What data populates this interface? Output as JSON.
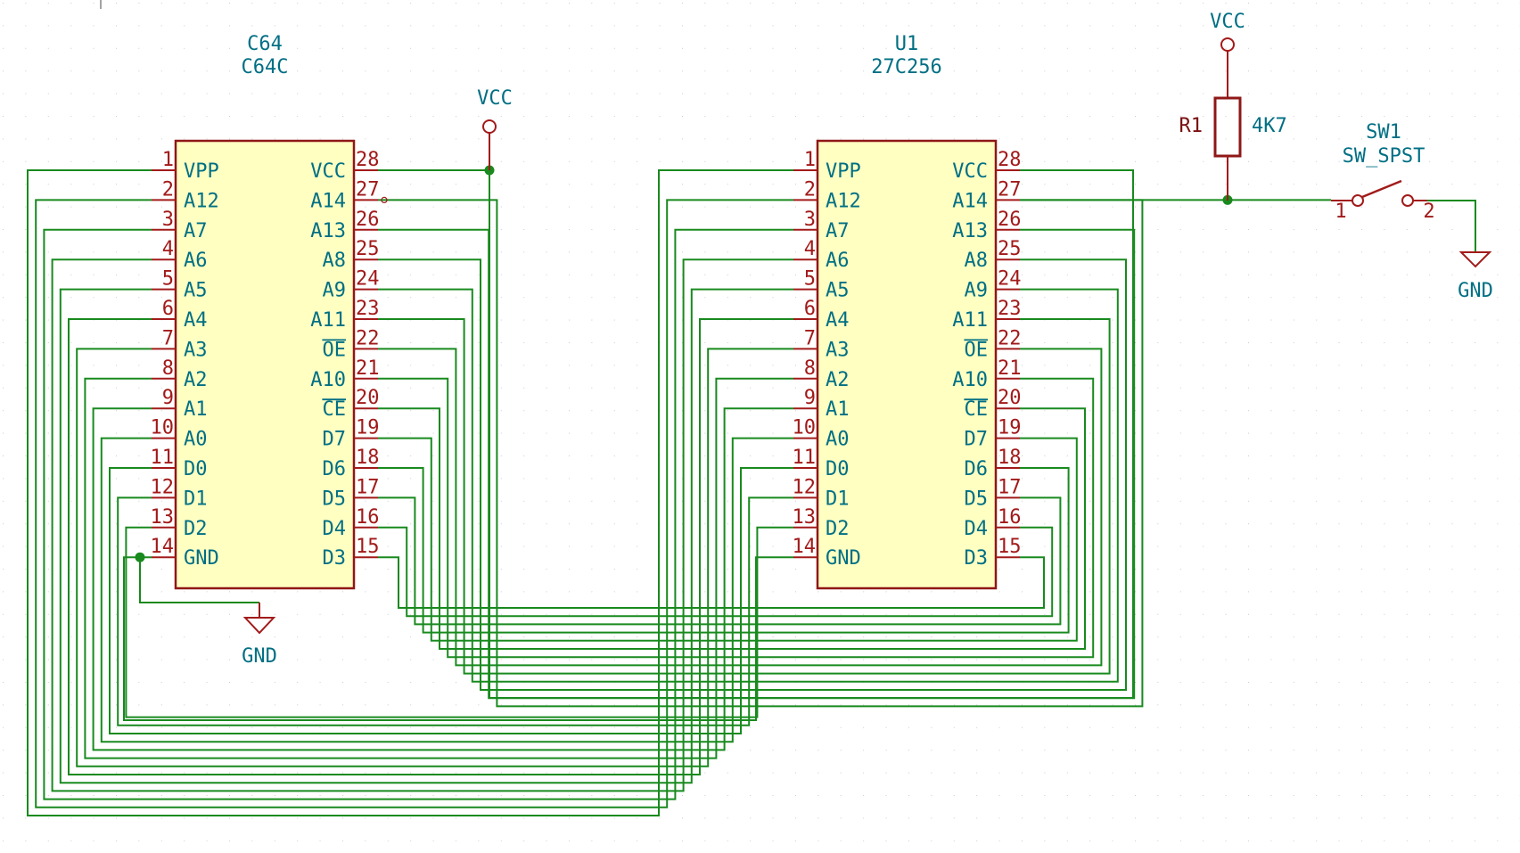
{
  "colors": {
    "wire": "#188a1e",
    "body_stroke": "#8f1717",
    "body_fill": "#ffffc2",
    "text_blue": "#006f84",
    "pin_number": "#a21a1a",
    "grid_dot": "#c7c7c7"
  },
  "chips": [
    {
      "reference": "C64",
      "value": "C64C",
      "pins_left": [
        {
          "num": "1",
          "name": "VPP"
        },
        {
          "num": "2",
          "name": "A12"
        },
        {
          "num": "3",
          "name": "A7"
        },
        {
          "num": "4",
          "name": "A6"
        },
        {
          "num": "5",
          "name": "A5"
        },
        {
          "num": "6",
          "name": "A4"
        },
        {
          "num": "7",
          "name": "A3"
        },
        {
          "num": "8",
          "name": "A2"
        },
        {
          "num": "9",
          "name": "A1"
        },
        {
          "num": "10",
          "name": "A0"
        },
        {
          "num": "11",
          "name": "D0"
        },
        {
          "num": "12",
          "name": "D1"
        },
        {
          "num": "13",
          "name": "D2"
        },
        {
          "num": "14",
          "name": "GND"
        }
      ],
      "pins_right": [
        {
          "num": "28",
          "name": "VCC",
          "overbar": false
        },
        {
          "num": "27",
          "name": "A14",
          "overbar": false
        },
        {
          "num": "26",
          "name": "A13",
          "overbar": false
        },
        {
          "num": "25",
          "name": "A8",
          "overbar": false
        },
        {
          "num": "24",
          "name": "A9",
          "overbar": false
        },
        {
          "num": "23",
          "name": "A11",
          "overbar": false
        },
        {
          "num": "22",
          "name": "OE",
          "overbar": true
        },
        {
          "num": "21",
          "name": "A10",
          "overbar": false
        },
        {
          "num": "20",
          "name": "CE",
          "overbar": true
        },
        {
          "num": "19",
          "name": "D7",
          "overbar": false
        },
        {
          "num": "18",
          "name": "D6",
          "overbar": false
        },
        {
          "num": "17",
          "name": "D5",
          "overbar": false
        },
        {
          "num": "16",
          "name": "D4",
          "overbar": false
        },
        {
          "num": "15",
          "name": "D3",
          "overbar": false
        }
      ]
    },
    {
      "reference": "U1",
      "value": "27C256",
      "pins_left": [
        {
          "num": "1",
          "name": "VPP"
        },
        {
          "num": "2",
          "name": "A12"
        },
        {
          "num": "3",
          "name": "A7"
        },
        {
          "num": "4",
          "name": "A6"
        },
        {
          "num": "5",
          "name": "A5"
        },
        {
          "num": "6",
          "name": "A4"
        },
        {
          "num": "7",
          "name": "A3"
        },
        {
          "num": "8",
          "name": "A2"
        },
        {
          "num": "9",
          "name": "A1"
        },
        {
          "num": "10",
          "name": "A0"
        },
        {
          "num": "11",
          "name": "D0"
        },
        {
          "num": "12",
          "name": "D1"
        },
        {
          "num": "13",
          "name": "D2"
        },
        {
          "num": "14",
          "name": "GND"
        }
      ],
      "pins_right": [
        {
          "num": "28",
          "name": "VCC",
          "overbar": false
        },
        {
          "num": "27",
          "name": "A14",
          "overbar": false
        },
        {
          "num": "26",
          "name": "A13",
          "overbar": false
        },
        {
          "num": "25",
          "name": "A8",
          "overbar": false
        },
        {
          "num": "24",
          "name": "A9",
          "overbar": false
        },
        {
          "num": "23",
          "name": "A11",
          "overbar": false
        },
        {
          "num": "22",
          "name": "OE",
          "overbar": true
        },
        {
          "num": "21",
          "name": "A10",
          "overbar": false
        },
        {
          "num": "20",
          "name": "CE",
          "overbar": true
        },
        {
          "num": "19",
          "name": "D7",
          "overbar": false
        },
        {
          "num": "18",
          "name": "D6",
          "overbar": false
        },
        {
          "num": "17",
          "name": "D5",
          "overbar": false
        },
        {
          "num": "16",
          "name": "D4",
          "overbar": false
        },
        {
          "num": "15",
          "name": "D3",
          "overbar": false
        }
      ]
    }
  ],
  "power": {
    "vcc_label": "VCC",
    "gnd_label": "GND"
  },
  "resistor": {
    "reference": "R1",
    "value": "4K7"
  },
  "switch": {
    "reference": "SW1",
    "value": "SW_SPST",
    "pin1": "1",
    "pin2": "2"
  }
}
